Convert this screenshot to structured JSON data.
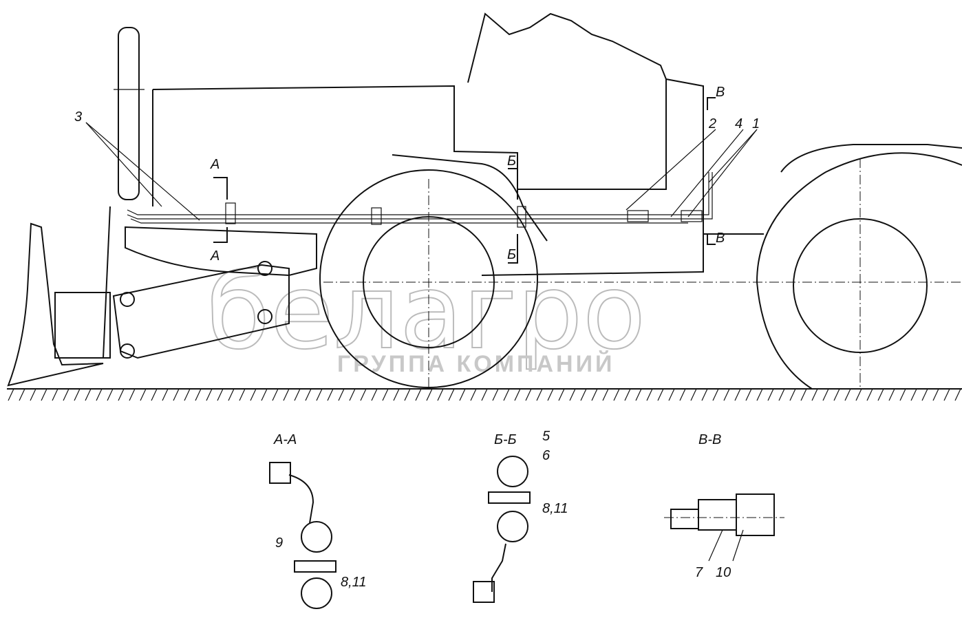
{
  "callouts": {
    "c3": "3",
    "c2": "2",
    "c4": "4",
    "c1": "1",
    "c5": "5",
    "c6": "6",
    "c8_11_b": "8,11",
    "c9": "9",
    "c8_11_a": "8,11",
    "c7": "7",
    "c10": "10"
  },
  "section_marks": {
    "a_top": "А",
    "a_bottom": "А",
    "b_top": "Б",
    "b_bottom": "Б",
    "v_top": "В",
    "v_bottom": "В"
  },
  "section_titles": {
    "aa": "А-А",
    "bb": "Б-Б",
    "vv": "В-В"
  },
  "watermark": {
    "logo": "белагро",
    "subtitle": "ГРУППА КОМПАНИЙ"
  }
}
